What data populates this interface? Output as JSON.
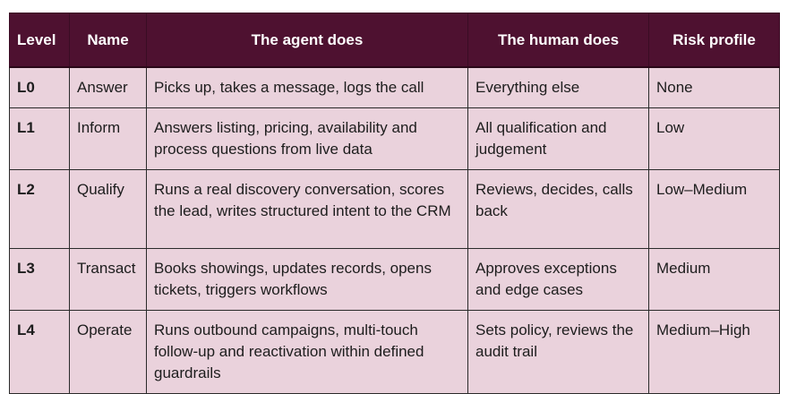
{
  "table": {
    "headers": [
      "Level",
      "Name",
      "The agent does",
      "The human does",
      "Risk profile"
    ],
    "rows": [
      {
        "level": "L0",
        "name": "Answer",
        "agent": "Picks up, takes a message, logs the call",
        "human": "Everything else",
        "risk": "None"
      },
      {
        "level": "L1",
        "name": "Inform",
        "agent": "Answers listing, pricing, availability and process questions from live data",
        "human": "All qualification and judgement",
        "risk": "Low"
      },
      {
        "level": "L2",
        "name": "Qualify",
        "agent": "Runs a real discovery conversation, scores the lead, writes structured intent to the CRM",
        "human": "Reviews, decides, calls back",
        "risk": "Low–Medium"
      },
      {
        "level": "L3",
        "name": "Transact",
        "agent": "Books showings, updates records, opens tickets, triggers workflows",
        "human": "Approves exceptions and edge cases",
        "risk": "Medium"
      },
      {
        "level": "L4",
        "name": "Operate",
        "agent": "Runs outbound campaigns, multi-touch follow-up and reactivation within defined guardrails",
        "human": "Sets policy, reviews the audit trail",
        "risk": "Medium–High"
      }
    ]
  }
}
